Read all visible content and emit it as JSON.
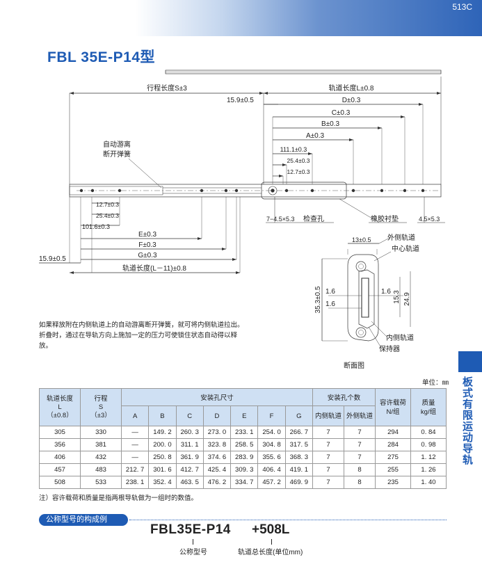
{
  "header": {
    "page_number": "513C"
  },
  "title": "FBL 35E-P14型",
  "drawing": {
    "dims_top": {
      "stroke": "行程长度S±3",
      "rail_length": "轨道长度L±0.8",
      "offset": "15.9±0.5",
      "D": "D±0.3",
      "C": "C±0.3",
      "B": "B±0.3",
      "A": "A±0.3",
      "d111": "111.1±0.3",
      "d25": "25.4±0.3",
      "d127": "12.7±0.3"
    },
    "dims_bottom": {
      "b127": "12.7±0.3",
      "b25": "25.4±0.3",
      "b101": "101.6±0.3",
      "E": "E±0.3",
      "F": "F±0.3",
      "G": "G±0.3",
      "offset": "15.9±0.5",
      "rail_total": "轨道长度(L－11)±0.8"
    },
    "callouts": {
      "spring_line1": "自动游离",
      "spring_line2": "断开弹簧",
      "hole_spec": "7−4.5×5.3",
      "inspection_hole": "检查孔",
      "rubber_pad": "橡胶衬垫",
      "slot_spec": "4.5×5.3"
    },
    "section": {
      "width_13": "13±0.5",
      "height_35": "35.3±0.5",
      "d16a": "1.6",
      "d16b": "1.6",
      "d16c": "1.6",
      "d153": "15.3",
      "d249": "24.9",
      "outer_rail": "外侧轨道",
      "middle_rail": "中心轨道",
      "inner_rail": "内侧轨道",
      "retainer": "保持器",
      "caption": "断面图"
    }
  },
  "description": "如果释放附在内侧轨道上的自动游离断开弹簧，就可将内侧轨道拉出。折叠时，通过在导轨方向上施加一定的压力可使锁住状态自动得以释放。",
  "unit_label": "单位：㎜",
  "side_tab_label": "板式有限运动导轨",
  "table": {
    "headers": {
      "rail_length": "轨道长度",
      "rail_length_sym": "L",
      "rail_length_tol": "（±0.8）",
      "stroke": "行程",
      "stroke_sym": "S",
      "stroke_tol": "（±3）",
      "mount_size": "安装孔尺寸",
      "mount_count": "安装孔个数",
      "inner_rail": "内侧轨道",
      "outer_rail": "外侧轨道",
      "load": "容许载荷",
      "load_unit": "N/组",
      "mass": "质量",
      "mass_unit": "kg/组",
      "cols": [
        "A",
        "B",
        "C",
        "D",
        "E",
        "F",
        "G"
      ]
    },
    "rows": [
      [
        "305",
        "330",
        "—",
        "149. 2",
        "260. 3",
        "273. 0",
        "233. 1",
        "254. 0",
        "266. 7",
        "7",
        "7",
        "294",
        "0. 84"
      ],
      [
        "356",
        "381",
        "—",
        "200. 0",
        "311. 1",
        "323. 8",
        "258. 5",
        "304. 8",
        "317. 5",
        "7",
        "7",
        "284",
        "0. 98"
      ],
      [
        "406",
        "432",
        "—",
        "250. 8",
        "361. 9",
        "374. 6",
        "283. 9",
        "355. 6",
        "368. 3",
        "7",
        "7",
        "275",
        "1. 12"
      ],
      [
        "457",
        "483",
        "212. 7",
        "301. 6",
        "412. 7",
        "425. 4",
        "309. 3",
        "406. 4",
        "419. 1",
        "7",
        "8",
        "255",
        "1. 26"
      ],
      [
        "508",
        "533",
        "238. 1",
        "352. 4",
        "463. 5",
        "476. 2",
        "334. 7",
        "457. 2",
        "469. 9",
        "7",
        "8",
        "235",
        "1. 40"
      ]
    ]
  },
  "table_note": "注）容许载荷和质量是指两根导轨做为一组时的数值。",
  "example": {
    "badge": "公称型号的构成例",
    "model": "FBL35E-P14",
    "suffix": "+508L",
    "model_label": "公称型号",
    "suffix_label": "轨道总长度(单位mm)"
  },
  "colors": {
    "accent": "#1e5bb4",
    "table_header": "#cfe0f3"
  }
}
